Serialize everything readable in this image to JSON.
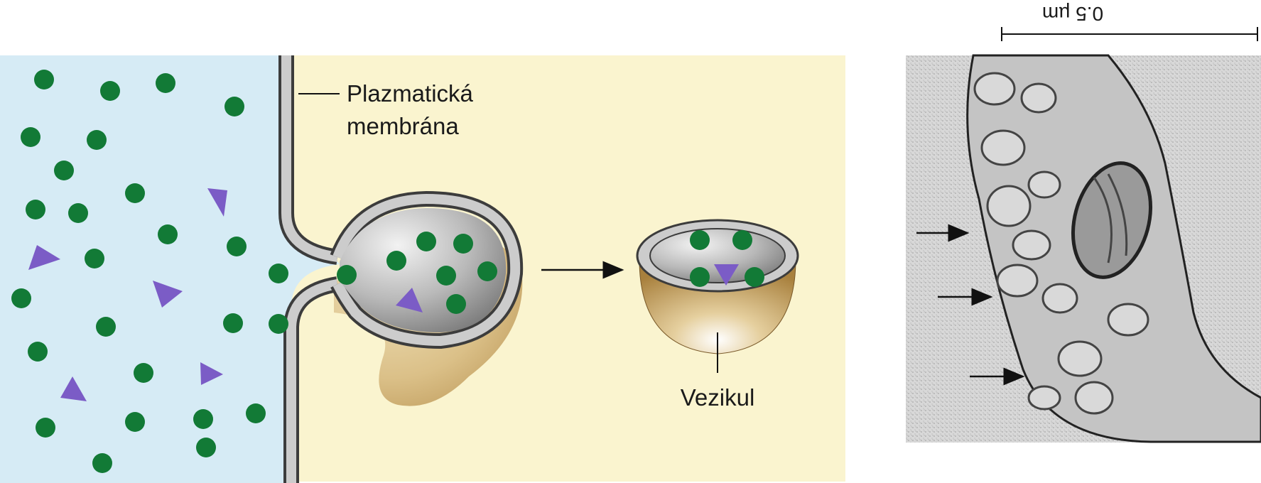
{
  "labels": {
    "plasma_membrane_line1": "Plazmatická",
    "plasma_membrane_line2": "membrána",
    "vesicle": "Vezikul",
    "scale_bar": "0.5 µm"
  },
  "colors": {
    "extracellular": "#d6ebf5",
    "cytoplasm": "#faf4cf",
    "molecule_circle": "#127a36",
    "molecule_triangle": "#7b5cc6",
    "membrane": "#c9c9c9",
    "membrane_outline": "#3c3c3c",
    "vesicle_lumen": "#a8a8a8",
    "vesicle_body": "#b58b47"
  },
  "icons": {
    "molecule": "green-circle",
    "large_molecule": "purple-triangle",
    "arrow": "right-arrow"
  },
  "micrograph": {
    "arrow_count": 3
  }
}
